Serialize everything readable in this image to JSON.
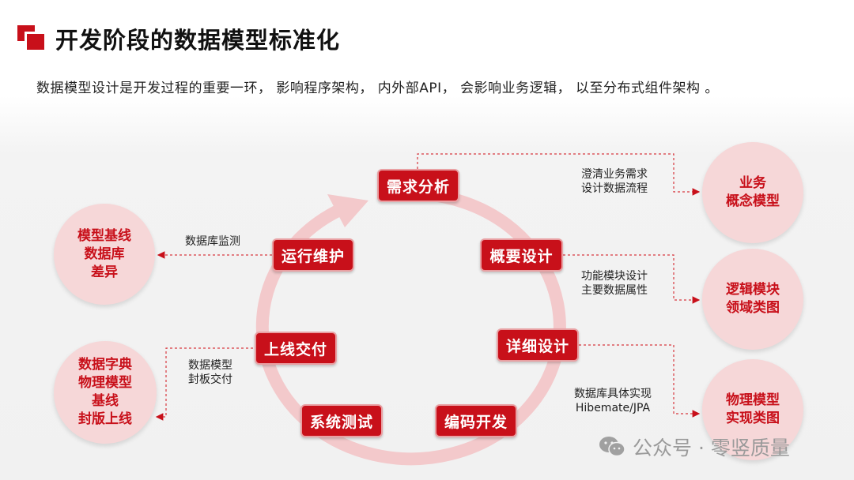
{
  "title": "开发阶段的数据模型标准化",
  "subtitle": "数据模型设计是开发过程的重要一环， 影响程序架构， 内外部API， 会影响业务逻辑， 以至分布式组件架构 。",
  "colors": {
    "accent": "#c8101a",
    "circle_fill": "#f6d7d8",
    "arrow_ring": "#f3c9cb"
  },
  "steps": {
    "req": "需求分析",
    "overview": "概要设计",
    "detail": "详细设计",
    "coding": "编码开发",
    "testing": "系统测试",
    "delivery": "上线交付",
    "ops": "运行维护"
  },
  "right_outputs": {
    "business": [
      "业务",
      "概念模型"
    ],
    "logic": [
      "逻辑模块",
      "领域类图"
    ],
    "physical": [
      "物理模型",
      "实现类图"
    ]
  },
  "left_outputs": {
    "baseline_diff": [
      "模型基线",
      "数据库",
      "差异"
    ],
    "dictionary": [
      "数据字典",
      "物理模型",
      "基线",
      "封版上线"
    ]
  },
  "notes": {
    "req": [
      "澄清业务需求",
      "设计数据流程"
    ],
    "overview": [
      "功能模块设计",
      "主要数据属性"
    ],
    "detail": [
      "数据库具体实现",
      "Hibemate/JPA"
    ],
    "ops": [
      "数据库监测"
    ],
    "delivery": [
      "数据模型",
      "封板交付"
    ]
  },
  "watermark": "公众号 · 零竖质量"
}
